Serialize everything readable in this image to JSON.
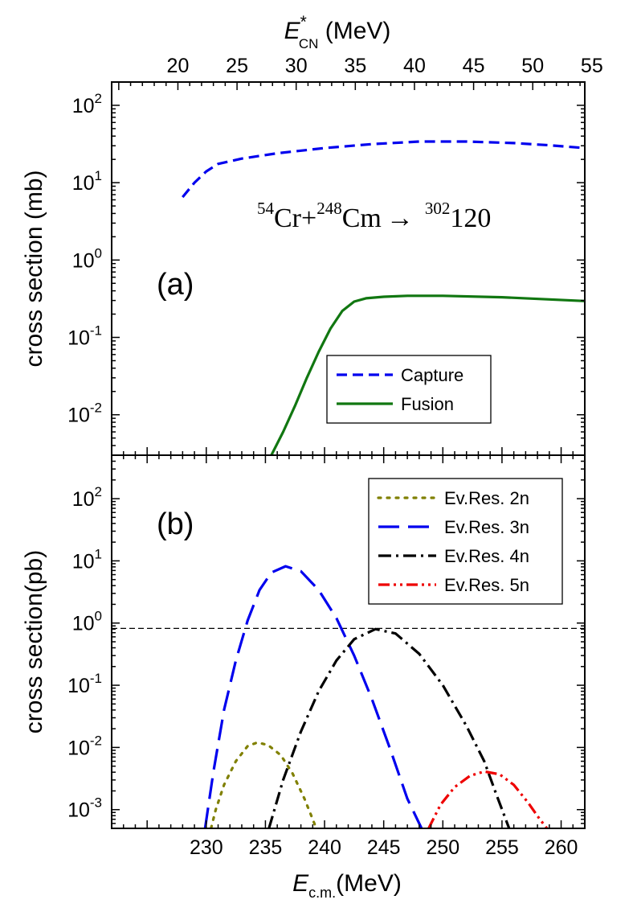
{
  "figure": {
    "top_axis_label": {
      "main": "E",
      "sup": "*",
      "sub": "CN",
      "unit": " (MeV)"
    },
    "bottom_axis_label": {
      "main": "E",
      "sub": "c.m.",
      "unit": "(MeV)"
    }
  },
  "chart_data": [
    {
      "type": "line",
      "panel": "(a)",
      "ylabel": "cross section (mb)",
      "yscale": "log",
      "ylim": [
        0.003,
        200
      ],
      "xlim": [
        222,
        262
      ],
      "y_ticks": [
        {
          "value": 0.01,
          "base": "10",
          "exp": "-2"
        },
        {
          "value": 0.1,
          "base": "10",
          "exp": "-1"
        },
        {
          "value": 1,
          "base": "10",
          "exp": "0"
        },
        {
          "value": 10,
          "base": "10",
          "exp": "1"
        },
        {
          "value": 100,
          "base": "10",
          "exp": "2"
        }
      ],
      "top_axis": {
        "label": "E*CN (MeV)",
        "ticks": [
          20,
          25,
          30,
          35,
          40,
          45,
          50,
          55
        ],
        "offset": 207.6
      },
      "annotation": {
        "a1": "54",
        "s1": "Cr+",
        "a2": "248",
        "s2": "Cm",
        "arrow": "→",
        "a3": "302",
        "s3": "120"
      },
      "legend": {
        "position": "right-middle",
        "entries": [
          "Capture",
          "Fusion"
        ]
      },
      "series": [
        {
          "name": "Capture",
          "style": "dashed",
          "color": "#0000ee",
          "points": [
            [
              228.0,
              6.5
            ],
            [
              229.0,
              10
            ],
            [
              230.0,
              14
            ],
            [
              231.0,
              17.5
            ],
            [
              233.0,
              20.5
            ],
            [
              236.0,
              24
            ],
            [
              240.0,
              28
            ],
            [
              244.0,
              31.5
            ],
            [
              248.0,
              34
            ],
            [
              252.0,
              34
            ],
            [
              256.0,
              32.5
            ],
            [
              259.0,
              30.5
            ],
            [
              262.0,
              28
            ]
          ]
        },
        {
          "name": "Fusion",
          "style": "solid",
          "color": "#117711",
          "points": [
            [
              235.5,
              0.003
            ],
            [
              236.5,
              0.006
            ],
            [
              237.5,
              0.013
            ],
            [
              238.5,
              0.03
            ],
            [
              239.5,
              0.065
            ],
            [
              240.5,
              0.13
            ],
            [
              241.5,
              0.22
            ],
            [
              242.5,
              0.29
            ],
            [
              243.5,
              0.32
            ],
            [
              245.0,
              0.335
            ],
            [
              247.0,
              0.345
            ],
            [
              250.0,
              0.345
            ],
            [
              255.0,
              0.33
            ],
            [
              262.0,
              0.295
            ]
          ]
        }
      ]
    },
    {
      "type": "line",
      "panel": "(b)",
      "ylabel": "cross section(pb)",
      "yscale": "log",
      "ylim": [
        0.0005,
        500
      ],
      "xlim": [
        222,
        262
      ],
      "x_ticks": [
        230,
        235,
        240,
        245,
        250,
        255,
        260
      ],
      "y_ticks": [
        {
          "value": 0.001,
          "base": "10",
          "exp": "-3"
        },
        {
          "value": 0.01,
          "base": "10",
          "exp": "-2"
        },
        {
          "value": 0.1,
          "base": "10",
          "exp": "-1"
        },
        {
          "value": 1,
          "base": "10",
          "exp": "0"
        },
        {
          "value": 10,
          "base": "10",
          "exp": "1"
        },
        {
          "value": 100,
          "base": "10",
          "exp": "2"
        }
      ],
      "reference_line": 0.82,
      "legend": {
        "position": "top-right",
        "entries": [
          "Ev.Res. 2n",
          "Ev.Res. 3n",
          "Ev.Res. 4n",
          "Ev.Res. 5n"
        ]
      },
      "series": [
        {
          "name": "Ev.Res. 2n",
          "style": "dotted",
          "color": "#808000",
          "points": [
            [
              230.4,
              0.0005
            ],
            [
              230.8,
              0.001
            ],
            [
              231.5,
              0.0025
            ],
            [
              232.5,
              0.006
            ],
            [
              233.5,
              0.0105
            ],
            [
              234.3,
              0.012
            ],
            [
              235.2,
              0.011
            ],
            [
              236.3,
              0.0075
            ],
            [
              237.3,
              0.0038
            ],
            [
              238.3,
              0.0015
            ],
            [
              239.0,
              0.0007
            ],
            [
              239.3,
              0.0005
            ]
          ]
        },
        {
          "name": "Ev.Res. 3n",
          "style": "long-dashed",
          "color": "#0000ee",
          "points": [
            [
              229.9,
              0.0005
            ],
            [
              230.6,
              0.004
            ],
            [
              231.5,
              0.04
            ],
            [
              232.5,
              0.25
            ],
            [
              233.5,
              1.1
            ],
            [
              234.5,
              3.4
            ],
            [
              235.5,
              6.5
            ],
            [
              236.7,
              8.2
            ],
            [
              238.0,
              6.8
            ],
            [
              239.5,
              3.4
            ],
            [
              241.0,
              1.2
            ],
            [
              242.5,
              0.3
            ],
            [
              244.0,
              0.06
            ],
            [
              245.5,
              0.01
            ],
            [
              247.0,
              0.0015
            ],
            [
              248.2,
              0.0005
            ]
          ]
        },
        {
          "name": "Ev.Res. 4n",
          "style": "dash-dot",
          "color": "#000000",
          "points": [
            [
              235.3,
              0.0005
            ],
            [
              236.5,
              0.003
            ],
            [
              238.0,
              0.018
            ],
            [
              239.5,
              0.08
            ],
            [
              241.0,
              0.25
            ],
            [
              242.5,
              0.55
            ],
            [
              244.3,
              0.8
            ],
            [
              246.0,
              0.68
            ],
            [
              248.0,
              0.32
            ],
            [
              250.0,
              0.1
            ],
            [
              252.0,
              0.022
            ],
            [
              253.5,
              0.006
            ],
            [
              254.5,
              0.0018
            ],
            [
              255.6,
              0.0005
            ]
          ]
        },
        {
          "name": "Ev.Res. 5n",
          "style": "dash-dot-dot",
          "color": "#ee0000",
          "points": [
            [
              248.8,
              0.0005
            ],
            [
              249.8,
              0.0012
            ],
            [
              251.0,
              0.0023
            ],
            [
              252.3,
              0.0035
            ],
            [
              253.5,
              0.0041
            ],
            [
              254.8,
              0.0037
            ],
            [
              256.0,
              0.0025
            ],
            [
              257.2,
              0.0013
            ],
            [
              258.2,
              0.0007
            ],
            [
              258.8,
              0.0005
            ]
          ]
        }
      ]
    }
  ]
}
